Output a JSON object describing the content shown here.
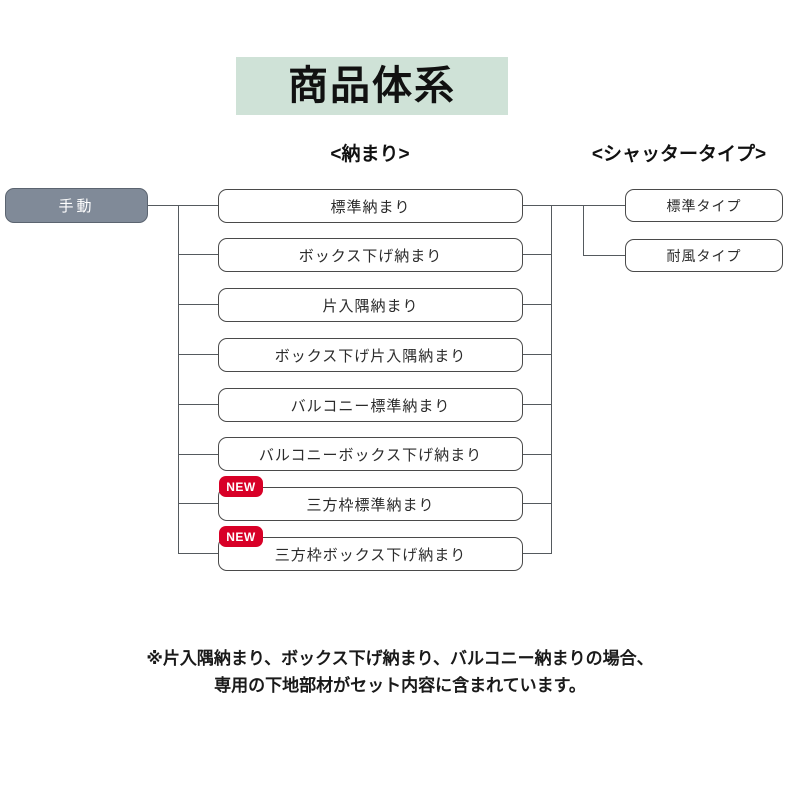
{
  "title": {
    "text": "商品体系",
    "banner_color": "#cfe2d7"
  },
  "columns": {
    "operation_head": "",
    "naval_head": "<納まり>",
    "shutter_type_head": "<シャッタータイプ>"
  },
  "root": {
    "label": "手動",
    "fill_color": "#808a98",
    "text_color": "#ffffff"
  },
  "naval_items": [
    {
      "label": "標準納まり",
      "badge": ""
    },
    {
      "label": "ボックス下げ納まり",
      "badge": ""
    },
    {
      "label": "片入隅納まり",
      "badge": ""
    },
    {
      "label": "ボックス下げ片入隅納まり",
      "badge": ""
    },
    {
      "label": "バルコニー標準納まり",
      "badge": ""
    },
    {
      "label": "バルコニーボックス下げ納まり",
      "badge": ""
    },
    {
      "label": "三方枠標準納まり",
      "badge": "NEW"
    },
    {
      "label": "三方枠ボックス下げ納まり",
      "badge": "NEW"
    }
  ],
  "shutter_types": [
    {
      "label": "標準タイプ"
    },
    {
      "label": "耐風タイプ"
    }
  ],
  "badge": {
    "label": "NEW",
    "color": "#d80027"
  },
  "footnote": {
    "line1": "※片入隅納まり、ボックス下げ納まり、バルコニー納まりの場合、",
    "line2": "専用の下地部材がセット内容に含まれています。"
  }
}
